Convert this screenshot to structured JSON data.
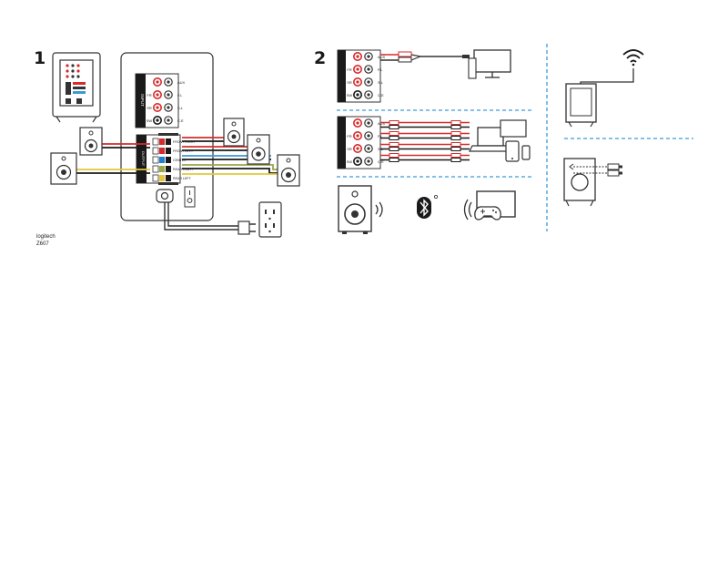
{
  "steps": {
    "step1": "1",
    "step2": "2"
  },
  "footer": {
    "brand": "logitech",
    "model": "Z607"
  },
  "input_panel": {
    "title": "INPUT",
    "rows": [
      {
        "label": "",
        "right": "AUX"
      },
      {
        "label": "FR",
        "right": "F.L"
      },
      {
        "label": "SR",
        "right": "S.L"
      },
      {
        "label": "SW",
        "right": "C.E"
      }
    ],
    "side_label": "5.1 INPUT"
  },
  "output_panel": {
    "title": "OUTPUT",
    "sub": "SPEAKER TERMINALS",
    "labels": [
      "FRONT RIGHT",
      "FRONT LEFT",
      "CENTER",
      "REAR RIGHT",
      "REAR LEFT"
    ]
  },
  "colors": {
    "red": "#d62b2b",
    "black": "#1a1a1a",
    "blue": "#1f7fd0",
    "green": "#9aa84a",
    "yellow": "#e3c93a",
    "divider": "#3a9ad9",
    "line": "#333333"
  },
  "icons": [
    "speaker-icon",
    "subwoofer-icon",
    "power-outlet-icon",
    "power-plug-icon",
    "monitor-icon",
    "laptop-icon",
    "tablet-icon",
    "phone-icon",
    "bluetooth-icon",
    "wifi-icon",
    "tv-icon",
    "gamepad-icon",
    "usb-icon",
    "sound-waves-icon",
    "power-switch-icon"
  ]
}
